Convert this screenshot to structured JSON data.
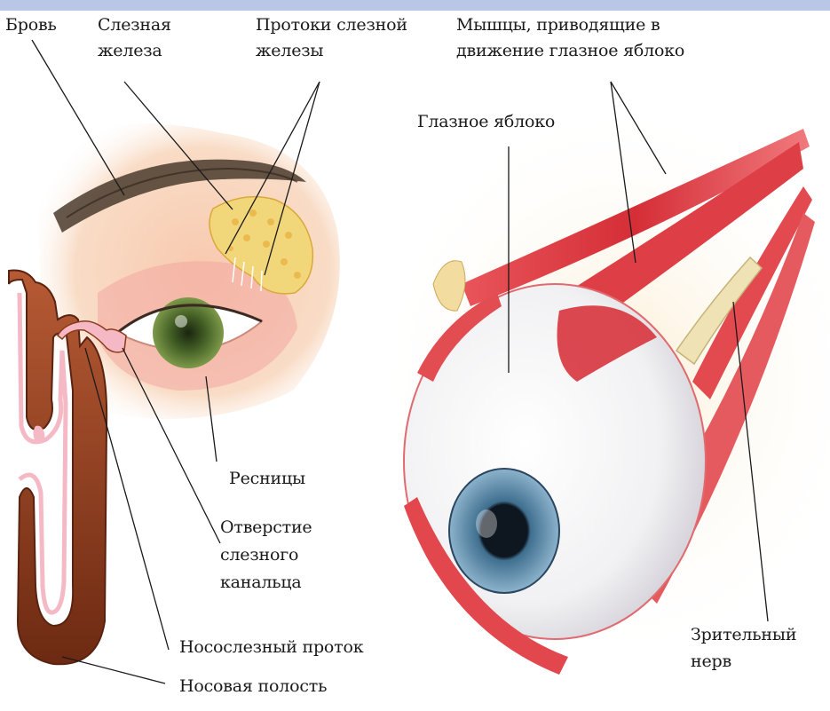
{
  "labels": {
    "brow": "Бровь",
    "gland_l1": "Слезная",
    "gland_l2": "железа",
    "ducts_l1": "Протоки слезной",
    "ducts_l2": "железы",
    "muscles_l1": "Мышцы, приводящие в",
    "muscles_l2": "движение глазное яблоко",
    "eyeball": "Глазное яблоко",
    "eyelashes": "Ресницы",
    "opening_l1": "Отверстие",
    "opening_l2": "слезного",
    "opening_l3": "канальца",
    "nasolacrimal": "Носослезный проток",
    "nasal": "Носовая полость",
    "optic_l1": "Зрительный",
    "optic_l2": "нерв"
  },
  "colors": {
    "topbar": "#b9c6e6",
    "skin": "#f7d2b6",
    "muscle": "#d9303a",
    "iris_left": "#4e6a2c",
    "iris_right": "#5d8fb0",
    "gland": "#f2d77a",
    "nasal_tissue": "#8c3a1c"
  }
}
